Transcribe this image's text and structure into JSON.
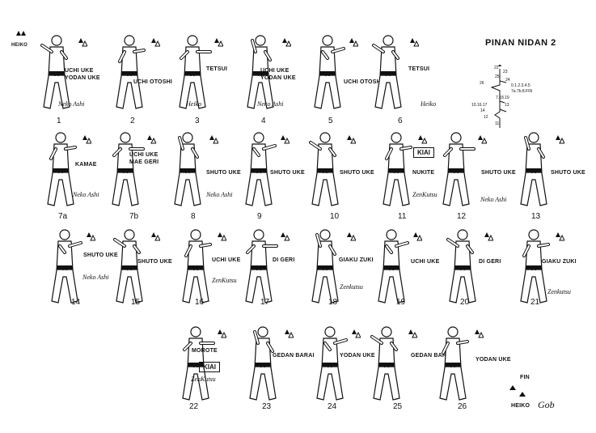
{
  "title": "PINAN NIDAN 2",
  "top_left": {
    "label": "HEIKO"
  },
  "figures": [
    {
      "num": "1",
      "tech": [
        "UCHI UKE",
        "YODAN UKE"
      ],
      "stance": "Neko Ashi"
    },
    {
      "num": "2",
      "tech": [
        "UCHI OTOSHI"
      ],
      "stance": ""
    },
    {
      "num": "3",
      "tech": [
        "TETSUI"
      ],
      "stance": "Heiko"
    },
    {
      "num": "4",
      "tech": [
        "UCHI UKE",
        "YODAN UKE"
      ],
      "stance": "Neko Ashi"
    },
    {
      "num": "5",
      "tech": [
        "UCHI OTOSHI"
      ],
      "stance": ""
    },
    {
      "num": "6",
      "tech": [
        "TETSUI"
      ],
      "stance": "Heiko"
    },
    {
      "num": "7a",
      "tech": [
        "KAMAE"
      ],
      "stance": "Neko Ashi"
    },
    {
      "num": "7b",
      "tech": [
        "UCHI UKE",
        "MAE GERI"
      ],
      "stance": ""
    },
    {
      "num": "8",
      "tech": [
        "SHUTO UKE"
      ],
      "stance": "Neko Ashi"
    },
    {
      "num": "9",
      "tech": [
        "SHUTO UKE"
      ],
      "stance": ""
    },
    {
      "num": "10",
      "tech": [
        "SHUTO UKE"
      ],
      "stance": ""
    },
    {
      "num": "11",
      "tech": [
        "NUKITE"
      ],
      "stance": "ZenKutsu",
      "kiai": "KIAI"
    },
    {
      "num": "12",
      "tech": [
        "SHUTO UKE"
      ],
      "stance": "Neko Ashi"
    },
    {
      "num": "13",
      "tech": [
        "SHUTO UKE"
      ],
      "stance": ""
    },
    {
      "num": "14",
      "tech": [
        "SHUTO UKE"
      ],
      "stance": "Neko Ashi"
    },
    {
      "num": "15",
      "tech": [
        "SHUTO UKE"
      ],
      "stance": ""
    },
    {
      "num": "16",
      "tech": [
        "UCHI UKE"
      ],
      "stance": "ZenKutsu"
    },
    {
      "num": "17",
      "tech": [
        "DI GERI"
      ],
      "stance": ""
    },
    {
      "num": "18",
      "tech": [
        "GIAKU ZUKI"
      ],
      "stance": "Zenkutsu"
    },
    {
      "num": "19",
      "tech": [
        "UCHI UKE"
      ],
      "stance": ""
    },
    {
      "num": "20",
      "tech": [
        "DI GERI"
      ],
      "stance": ""
    },
    {
      "num": "21",
      "tech": [
        "GIAKU ZUKI"
      ],
      "stance": "Zenkutsu"
    },
    {
      "num": "22",
      "tech": [
        "MOROTE"
      ],
      "stance": "ZenKutsu",
      "kiai": "KIAI"
    },
    {
      "num": "23",
      "tech": [
        "GEDAN BARAI"
      ],
      "stance": ""
    },
    {
      "num": "24",
      "tech": [
        "YODAN UKE"
      ],
      "stance": ""
    },
    {
      "num": "25",
      "tech": [
        "GEDAN BARAI"
      ],
      "stance": ""
    },
    {
      "num": "26",
      "tech": [
        "YODAN UKE"
      ],
      "stance": ""
    }
  ],
  "end": {
    "fin": "FIN",
    "heiko": "HEIKO",
    "signature": "Gob"
  },
  "diagram": {
    "labels": [
      "22",
      "23",
      "25",
      "24",
      "26",
      "0.1.2.3.4.5",
      "7a.7b.8.FIN",
      "7.18.19",
      "10.16.17",
      "13",
      "14",
      "12",
      "11"
    ]
  }
}
